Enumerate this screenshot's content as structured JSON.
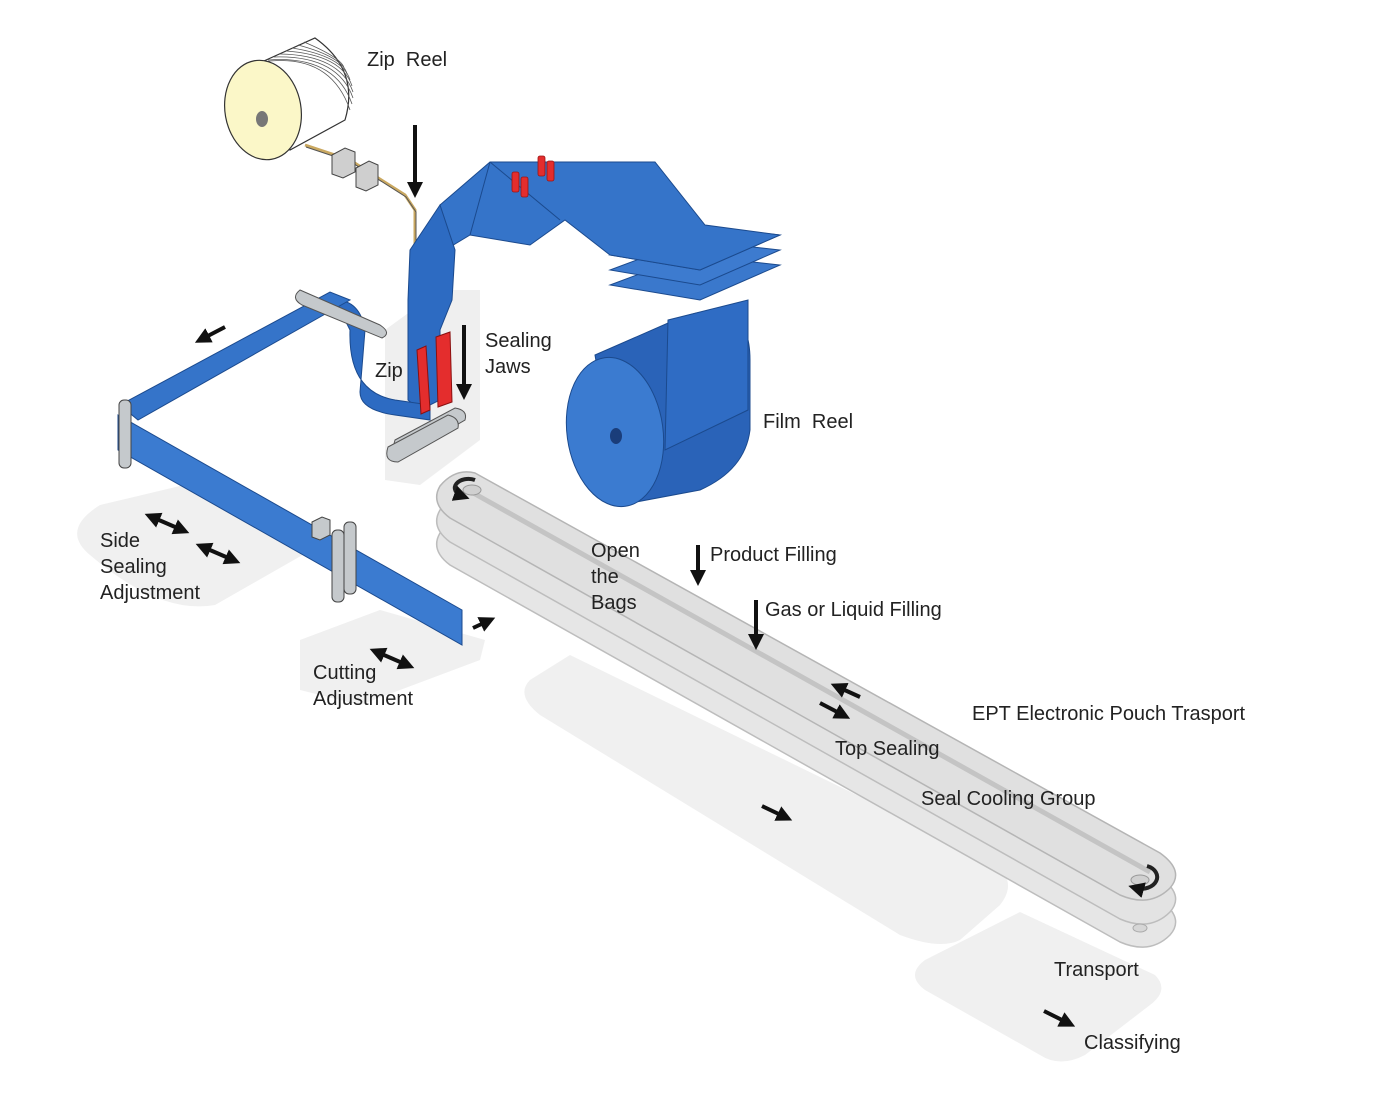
{
  "labels": {
    "zip_reel": "Zip  Reel",
    "sealing_jaws_1": "Sealing",
    "sealing_jaws_2": "Jaws",
    "zip": "Zip",
    "film_reel": "Film  Reel",
    "side_sealing_1": "Side",
    "side_sealing_2": "Sealing",
    "side_sealing_3": "Adjustment",
    "cutting_1": "Cutting",
    "cutting_2": "Adjustment",
    "open_bags_1": "Open",
    "open_bags_2": "the",
    "open_bags_3": "Bags",
    "product_filling": "Product Filling",
    "gas_liquid_filling": "Gas or Liquid Filling",
    "ept_bold": "EPT",
    "ept_rest": " Electronic Pouch Trasport",
    "top_sealing": "Top Sealing",
    "seal_cooling": "Seal Cooling Group",
    "transport": "Transport",
    "classifying": "Classifying"
  },
  "colors": {
    "film": "#2e6cc4",
    "film_dark": "#1f4f9c",
    "film_light": "#4a8ad8",
    "jaw": "#e42d2d",
    "reel_face": "#fbf7c8",
    "roller": "#bfc3c6",
    "conveyor": "#d9d9d9",
    "shadow": "#efefef",
    "arrow": "#111111"
  }
}
